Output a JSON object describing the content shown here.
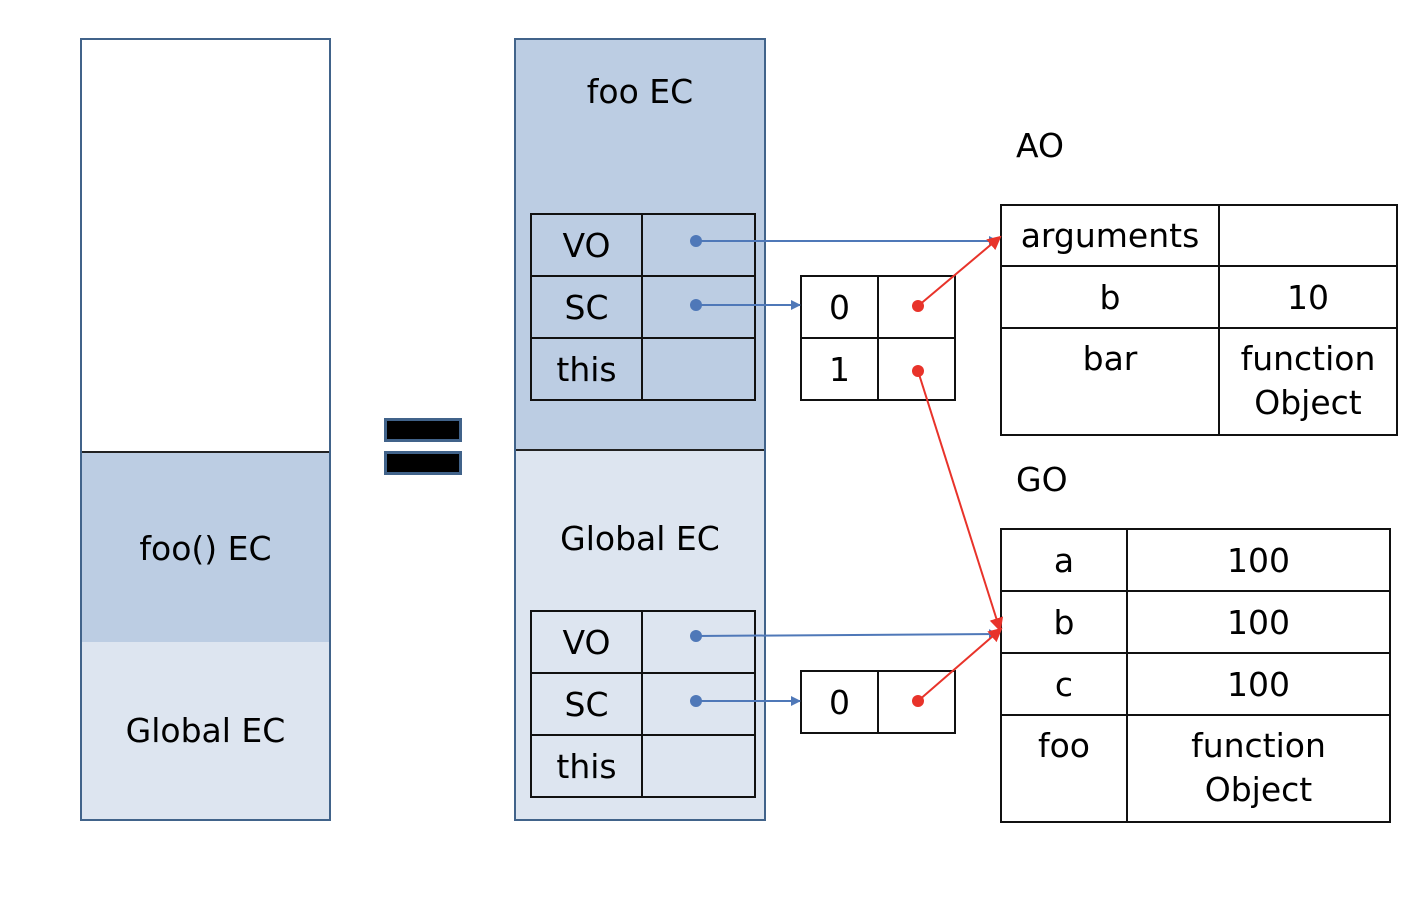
{
  "call_stack": {
    "foo_ec": "foo() EC",
    "global_ec": "Global EC"
  },
  "ec_stack": {
    "foo_ec": {
      "title": "foo EC",
      "rows": [
        "VO",
        "SC",
        "this"
      ]
    },
    "global_ec": {
      "title": "Global EC",
      "rows": [
        "VO",
        "SC",
        "this"
      ]
    }
  },
  "scope_chain_foo": [
    "0",
    "1"
  ],
  "scope_chain_global": [
    "0"
  ],
  "ao": {
    "title": "AO",
    "rows": [
      {
        "key": "arguments",
        "value": ""
      },
      {
        "key": "b",
        "value": "10"
      },
      {
        "key": "bar",
        "value": "function Object"
      }
    ]
  },
  "go": {
    "title": "GO",
    "rows": [
      {
        "key": "a",
        "value": "100"
      },
      {
        "key": "b",
        "value": "100"
      },
      {
        "key": "c",
        "value": "100"
      },
      {
        "key": "foo",
        "value": "function Object"
      }
    ]
  },
  "colors": {
    "ec_dark": "#bccde3",
    "ec_light": "#dde5f0",
    "frame_border": "#41638a",
    "arrow_blue": "#4f78b8",
    "arrow_red": "#e8332a"
  }
}
